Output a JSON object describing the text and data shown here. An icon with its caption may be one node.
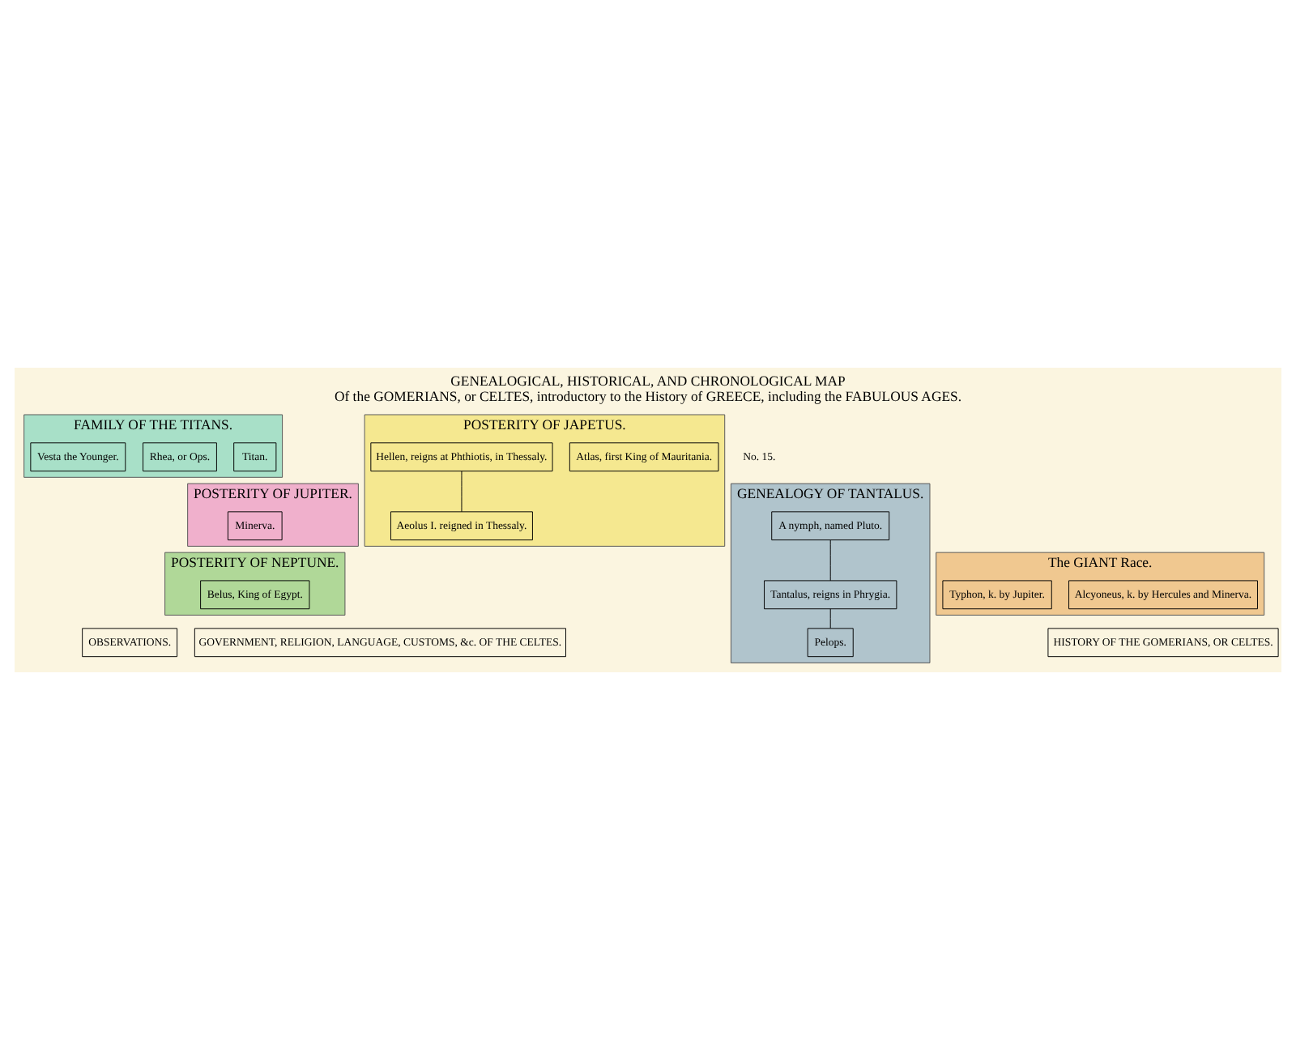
{
  "diagram": {
    "title": "GENEALOGICAL, HISTORICAL, AND CHRONOLOGICAL MAP",
    "caption": "Of the GOMERIANS, or CELTES, introductory to the History of GREECE, including the FABULOUS AGES.",
    "nodes": [
      {
        "text": [
          "FAMILY OF THE TITANS."
        ]
      },
      {
        "text": [
          "Titan."
        ],
        "in": 0
      },
      {
        "text": [
          "Rhea, or Ops."
        ],
        "in": 0
      },
      {
        "text": [
          "Vesta the Younger."
        ],
        "in": 0
      },
      {
        "text": [
          "POSTERITY OF JUPITER."
        ]
      },
      {
        "text": [
          "Minerva."
        ],
        "in": 4
      },
      {
        "text": [
          "POSTERITY OF NEPTUNE."
        ]
      },
      {
        "text": [
          "Belus, King of Egypt."
        ],
        "in": 6
      },
      {
        "text": [
          "POSTERITY OF JAPETUS."
        ]
      },
      {
        "text": [
          "Atlas, first King of Mauritania."
        ],
        "in": 8
      },
      {
        "text": [
          "Hellen, reigns at Phthiotis, in Thessaly."
        ],
        "in": 8
      },
      {
        "text": [
          "Aeolus I. reigned in Thessaly."
        ],
        "in": 8
      },
      {
        "text": [
          "GENEALOGY OF TANTALUS."
        ]
      },
      {
        "text": [
          "A nymph, named Pluto."
        ],
        "in": 12
      },
      {
        "text": [
          "Tantalus, reigns in Phrygia."
        ],
        "in": 12
      },
      {
        "text": [
          "Pelops."
        ],
        "in": 12
      },
      {
        "text": [
          "The GIANT Race."
        ]
      },
      {
        "text": [
          "Alcyoneus, k. by Hercules and Minerva."
        ],
        "in": 16
      },
      {
        "text": [
          "Typhon, k. by Jupiter."
        ],
        "in": 16
      },
      {
        "text": [
          "OBSERVATIONS."
        ]
      },
      {
        "text": [
          "HISTORY OF THE GOMERIANS, OR CELTES."
        ]
      },
      {
        "text": [
          "GOVERNMENT, RELIGION, LANGUAGE, CUSTOMS, &c. OF THE CELTES."
        ]
      }
    ],
    "edges": [
      {
        "from": 10,
        "to": 11,
        "arrow": "none"
      },
      {
        "from": 13,
        "to": 14,
        "arrow": "none"
      },
      {
        "from": 14,
        "to": 15,
        "arrow": "none"
      }
    ],
    "labels": [
      "No. 15."
    ]
  }
}
